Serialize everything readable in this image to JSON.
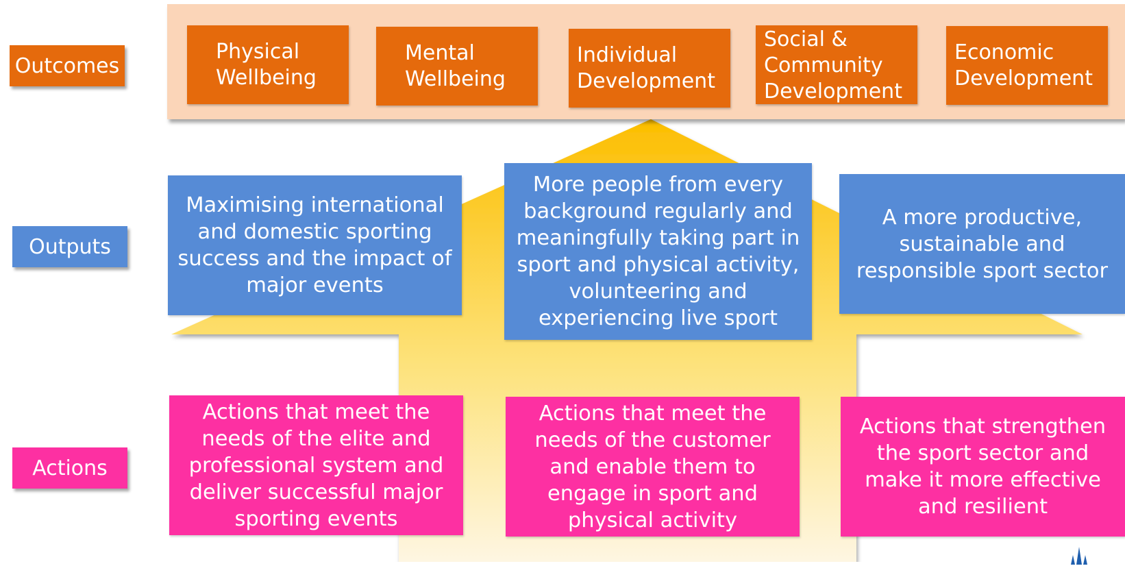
{
  "colors": {
    "outcome": "#e56a0c",
    "outcome_band": "#fbd5b8",
    "output": "#568bd6",
    "action": "#fd30a2",
    "arrow_top": "#fcbe00",
    "arrow_bottom": "#fef3d9"
  },
  "labels": {
    "outcomes": "Outcomes",
    "outputs": "Outputs",
    "actions": "Actions"
  },
  "outcomes": [
    "Physical\nWellbeing",
    "Mental\nWellbeing",
    "Individual\nDevelopment",
    "Social &\nCommunity\nDevelopment",
    "Economic\nDevelopment"
  ],
  "outputs": [
    "Maximising international\nand domestic sporting\nsuccess and the impact of\nmajor events",
    "More people from every\nbackground regularly and\nmeaningfully taking part in\nsport and physical activity,\nvolunteering and\nexperiencing live sport",
    "A more productive,\nsustainable and\nresponsible sport sector"
  ],
  "actions": [
    "Actions that meet the\nneeds of the elite and\nprofessional system and\ndeliver successful major\nsporting events",
    "Actions that meet the\nneeds of the customer\nand enable them to\nengage in sport and\nphysical activity",
    "Actions that strengthen\nthe sport sector and\nmake it more effective\nand resilient"
  ]
}
